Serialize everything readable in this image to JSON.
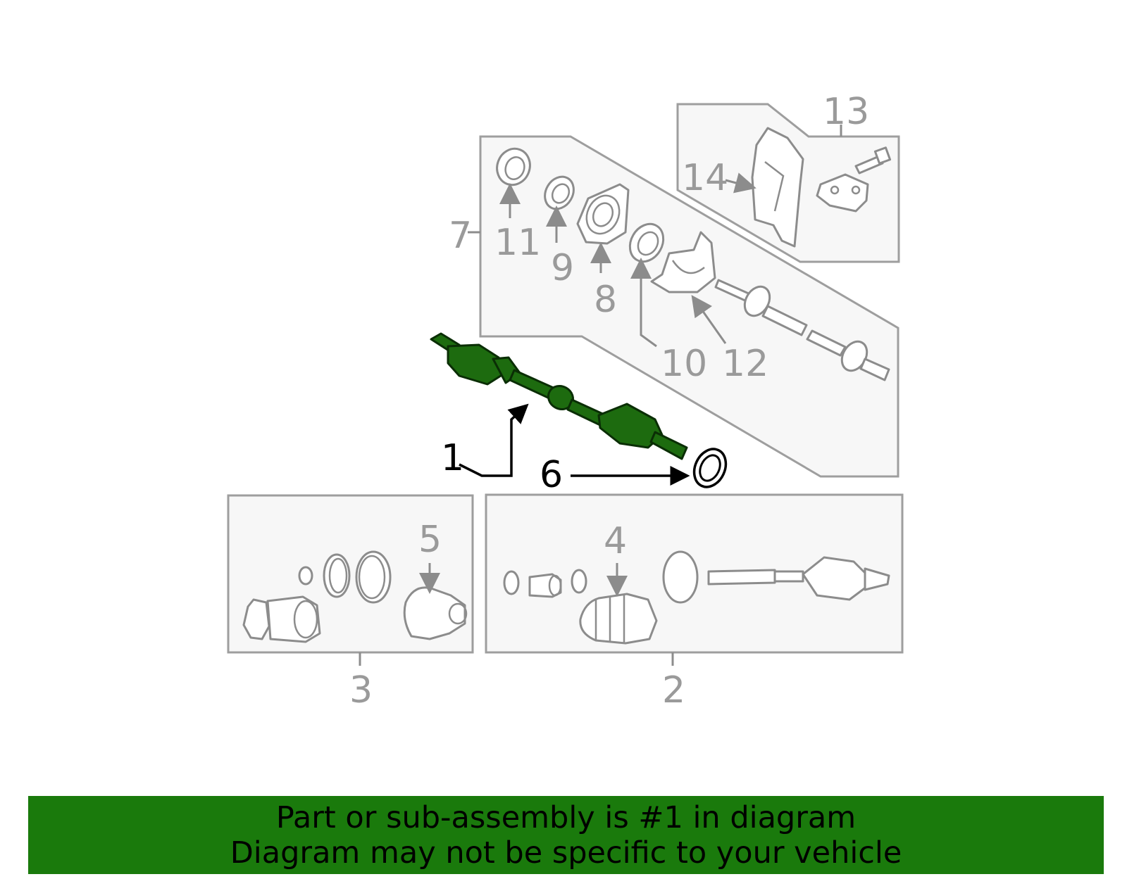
{
  "callouts": {
    "c1": "1",
    "c2": "2",
    "c3": "3",
    "c4": "4",
    "c5": "5",
    "c6": "6",
    "c7": "7",
    "c8": "8",
    "c9": "9",
    "c10": "10",
    "c11": "11",
    "c12": "12",
    "c13": "13",
    "c14": "14"
  },
  "banner": {
    "line1": "Part or sub-assembly is #1 in diagram",
    "line2": "Diagram may not be specific to your vehicle"
  },
  "colors": {
    "highlight": "#1d6b0f",
    "banner": "#1a7a0c",
    "linework": "#8c8c8c"
  }
}
